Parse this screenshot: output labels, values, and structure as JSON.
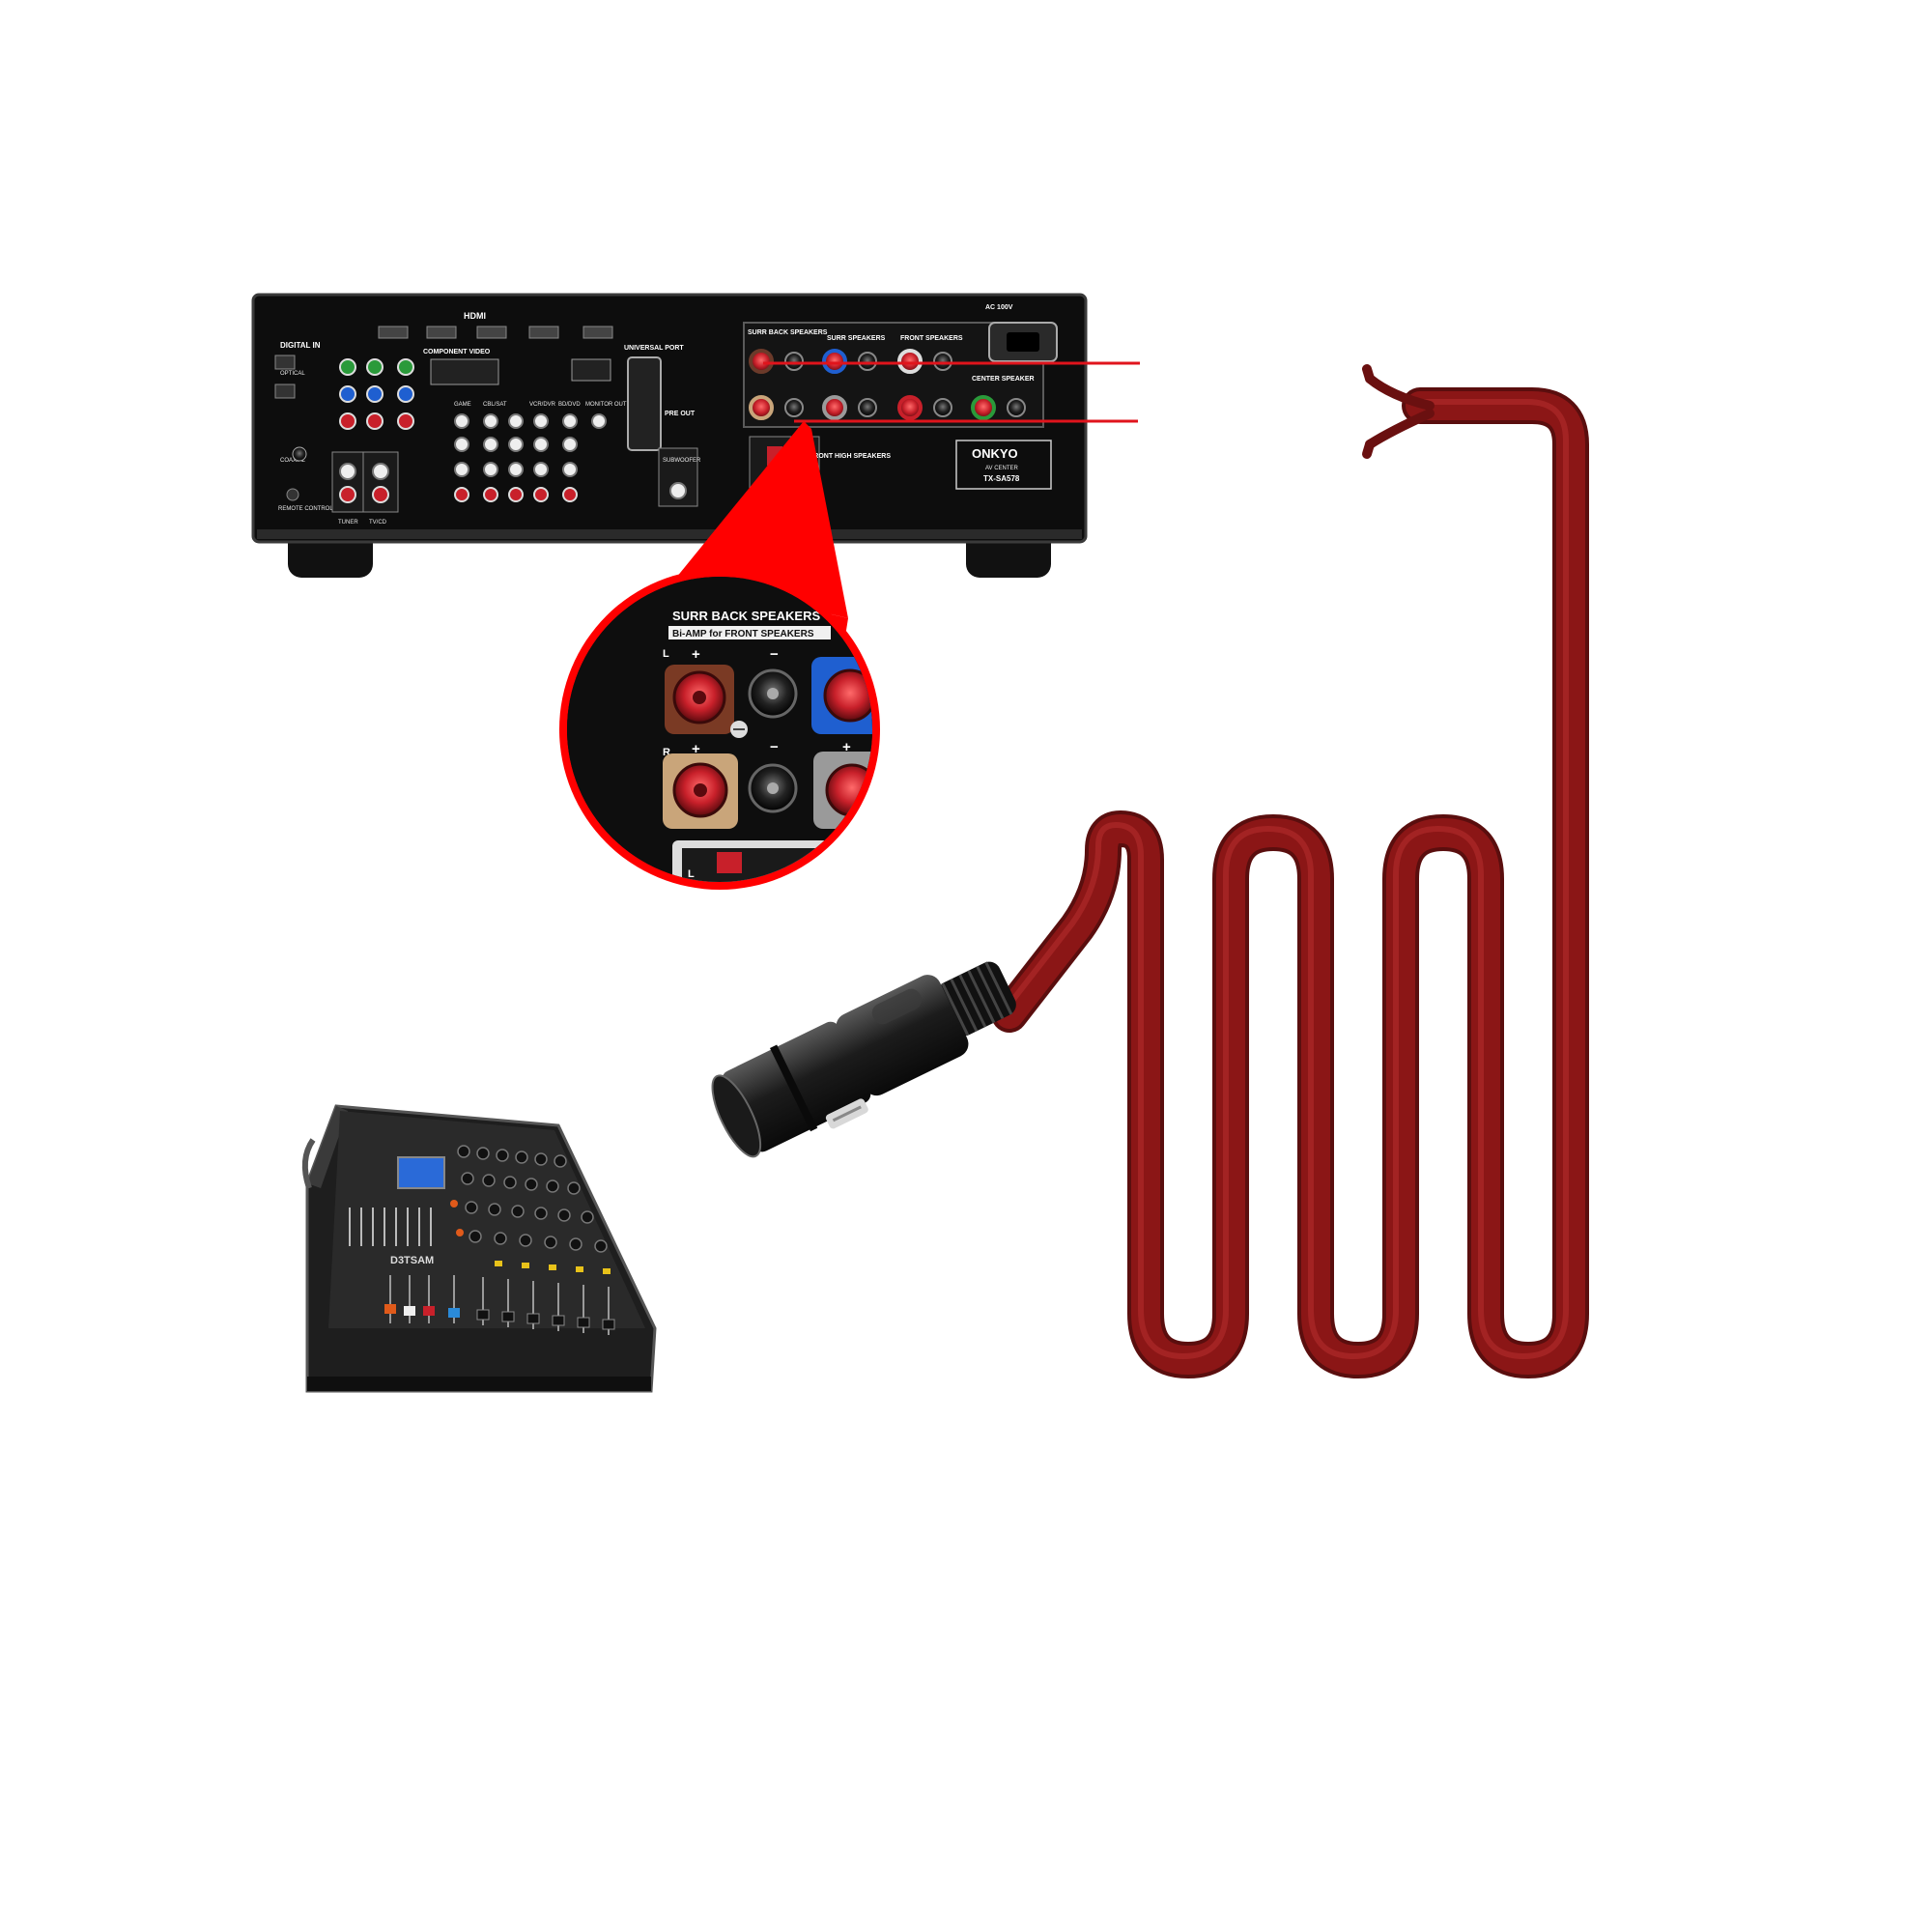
{
  "colors": {
    "background": "#ffffff",
    "receiver_body": "#0d0d0d",
    "cable": "#8b1616",
    "cable_highlight": "#c23a3a",
    "callout_red": "#ff0000",
    "terminal_red": "#c8202a",
    "terminal_blue": "#1f5fd0",
    "terminal_green": "#2a9a3a",
    "terminal_gray": "#9a9a9a",
    "connector_metal": "#2a2a2a"
  },
  "receiver": {
    "brand": "ONKYO",
    "subtitle": "AV CENTER",
    "model": "TX-SA578",
    "hdmi_label": "HDMI",
    "component_label": "COMPONENT VIDEO",
    "universal_port_label": "UNIVERSAL PORT",
    "digital_in_label": "DIGITAL IN",
    "optical_label": "OPTICAL",
    "coaxial_label": "COAXIAL",
    "remote_label": "REMOTE CONTROL",
    "tuner_label": "TUNER",
    "tv_cd_label": "TV/CD",
    "game_label": "GAME",
    "cbl_sat_label": "CBL/SAT",
    "vcr_dvr_label": "VCR/DVR",
    "bd_dvd_label": "BD/DVD",
    "monitor_out_label": "MONITOR OUT",
    "pre_out_label": "PRE OUT",
    "subwoofer_label": "SUBWOOFER",
    "surr_back_label": "SURR BACK SPEAKERS",
    "surr_label": "SURR SPEAKERS",
    "front_label": "FRONT SPEAKERS",
    "center_label": "CENTER SPEAKER",
    "front_high_label": "FRONT HIGH SPEAKERS",
    "ac_label": "AC 100V"
  },
  "callout": {
    "title": "SURR BACK SPEAKERS",
    "subtitle": "Bi-AMP for FRONT SPEAKERS",
    "left_label": "L",
    "right_label": "R",
    "plus": "+",
    "minus": "−",
    "bottom_left_label": "L"
  },
  "mixer": {
    "brand": "D3TSAM"
  }
}
